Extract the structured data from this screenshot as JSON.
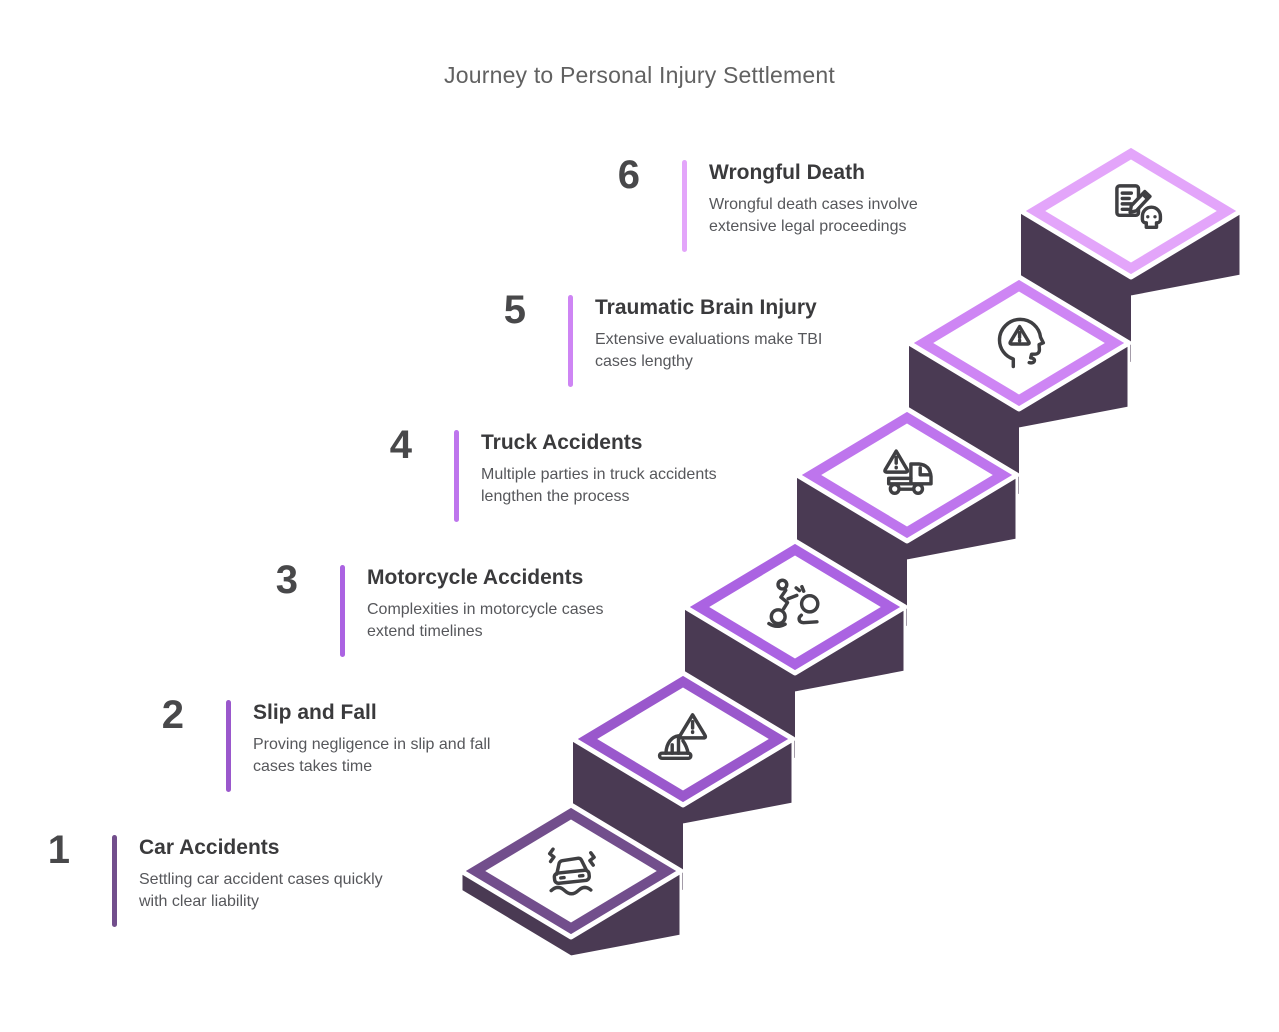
{
  "title": "Journey to Personal Injury Settlement",
  "colors": {
    "background": "#FFFFFF",
    "block_dark": "#4A3A53",
    "icon_stroke": "#3F3F42",
    "title_text": "#616161",
    "number_text": "#48484A",
    "step_title_text": "#3A3A3C",
    "step_desc_text": "#56575B",
    "seam_white": "#FFFFFF"
  },
  "steps": [
    {
      "number": "1",
      "title": "Car Accidents",
      "description": "Settling car accident cases quickly\nwith clear liability",
      "icon": "car-skid-icon",
      "accent": "#724E8C"
    },
    {
      "number": "2",
      "title": "Slip and Fall",
      "description": "Proving negligence in slip and fall\ncases takes time",
      "icon": "slip-fall-icon",
      "accent": "#9A58CC"
    },
    {
      "number": "3",
      "title": "Motorcycle Accidents",
      "description": "Complexities in motorcycle cases\nextend timelines",
      "icon": "motorcycle-crash-icon",
      "accent": "#AB63E2"
    },
    {
      "number": "4",
      "title": "Truck Accidents",
      "description": "Multiple parties in truck accidents\nlengthen the process",
      "icon": "truck-warning-icon",
      "accent": "#BE75ED"
    },
    {
      "number": "5",
      "title": "Traumatic Brain Injury",
      "description": "Extensive evaluations make TBI\ncases lengthy",
      "icon": "tbi-head-icon",
      "accent": "#CE85F4"
    },
    {
      "number": "6",
      "title": "Wrongful Death",
      "description": "Wrongful death cases involve\nextensive legal proceedings",
      "icon": "skull-document-icon",
      "accent": "#E3A5FA"
    }
  ]
}
